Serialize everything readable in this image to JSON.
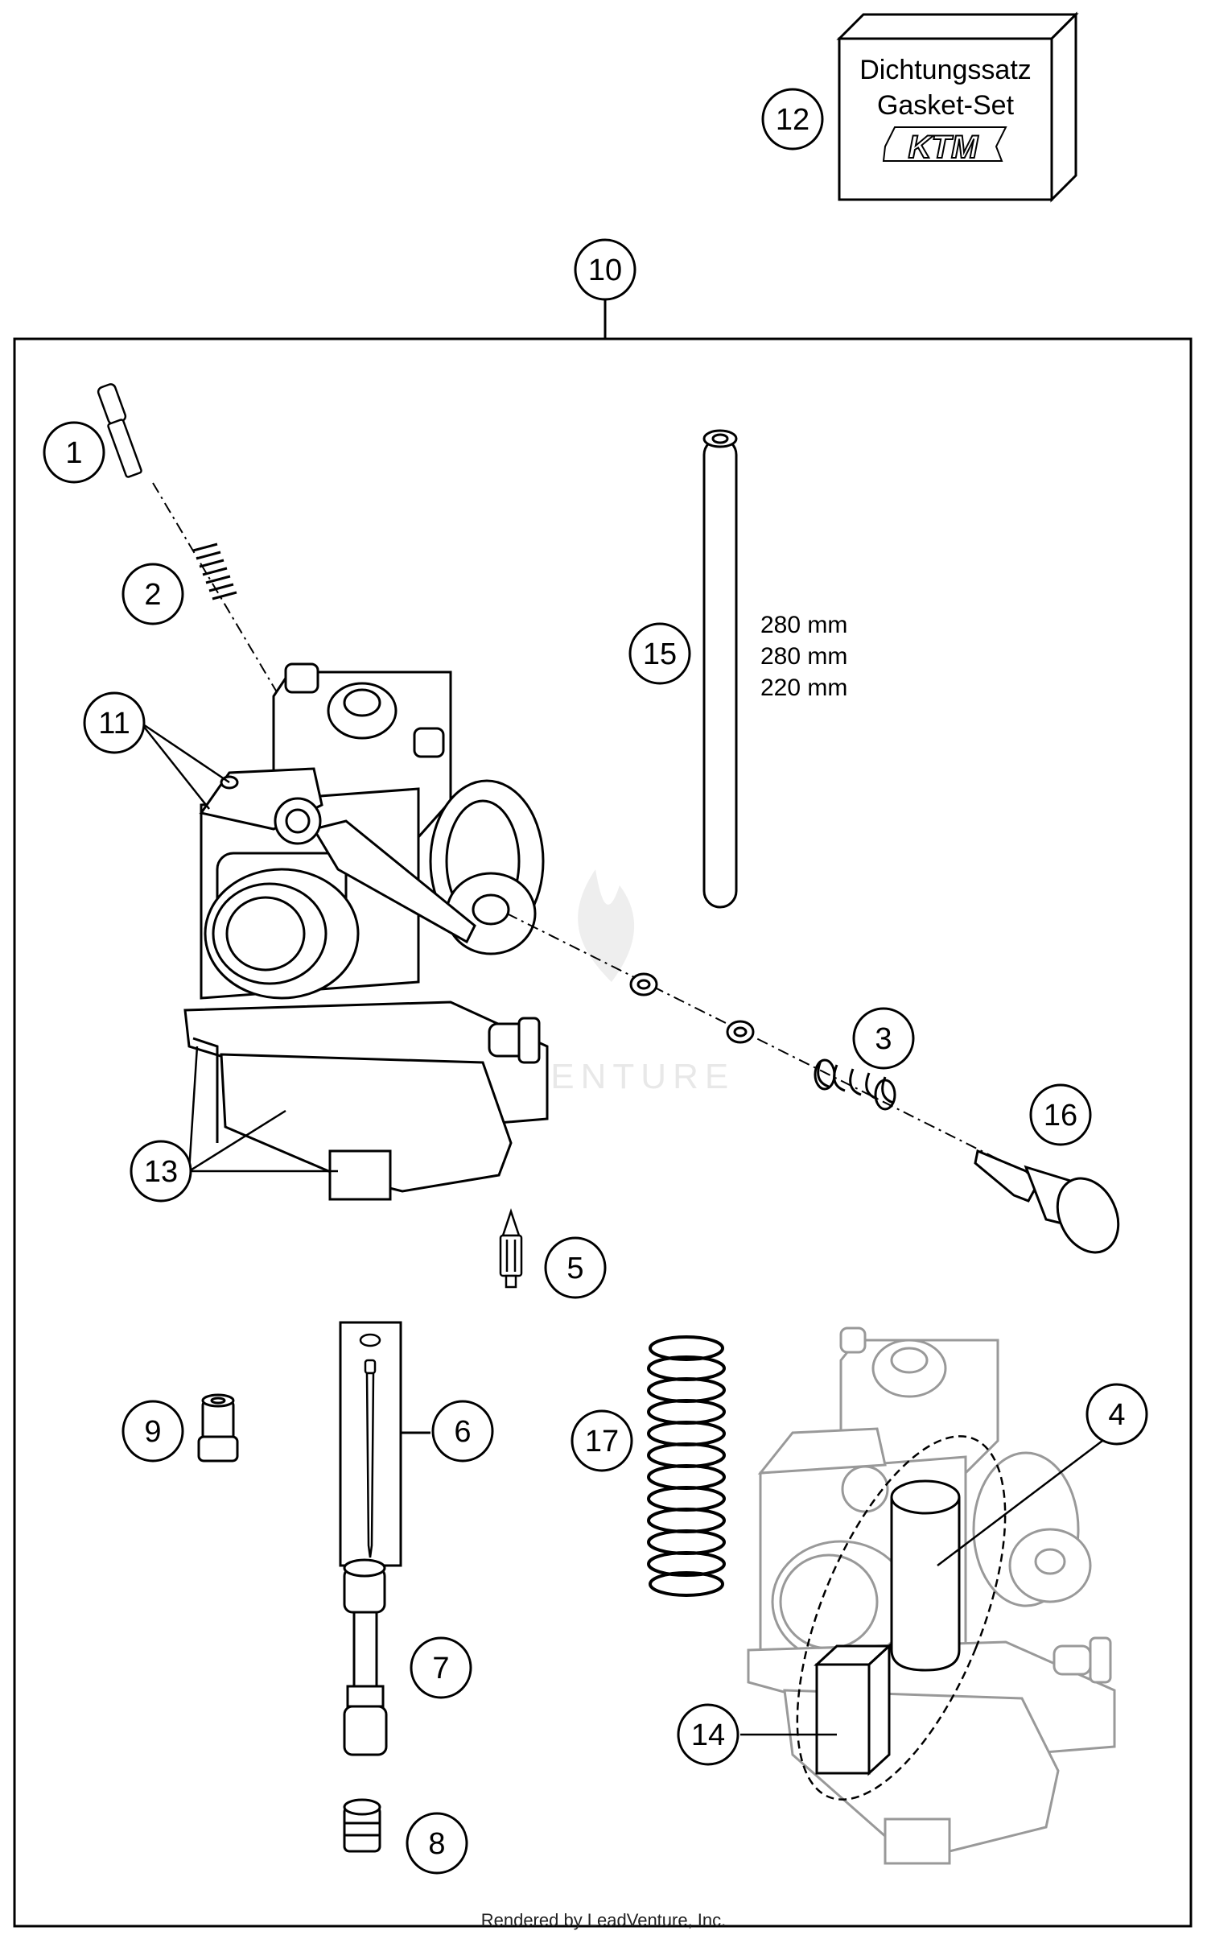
{
  "gasket_box": {
    "line1": "Dichtungssatz",
    "line2": "Gasket-Set",
    "brand": "KTM"
  },
  "callouts": {
    "c1": "1",
    "c2": "2",
    "c3": "3",
    "c4": "4",
    "c5": "5",
    "c6": "6",
    "c7": "7",
    "c8": "8",
    "c9": "9",
    "c10": "10",
    "c11": "11",
    "c12": "12",
    "c13": "13",
    "c14": "14",
    "c15": "15",
    "c16": "16",
    "c17": "17"
  },
  "hose_lengths": [
    "280 mm",
    "280 mm",
    "220 mm"
  ],
  "watermark": "LEADVENTURE",
  "footer": "Rendered by LeadVenture, Inc."
}
